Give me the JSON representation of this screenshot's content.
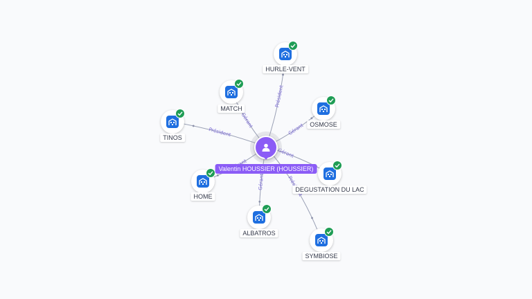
{
  "person": {
    "name": "Valentin HOUSSIER (HOUSSIER)",
    "icon": "person-icon",
    "color": "#8b5cf6"
  },
  "companies": [
    {
      "name": "HURLE-VENT",
      "relation": "Président",
      "icon": "building-icon",
      "verified": true
    },
    {
      "name": "MATCH",
      "relation": "Gérant",
      "icon": "building-icon",
      "verified": true
    },
    {
      "name": "OSMOSE",
      "relation": "Gérant",
      "icon": "building-icon",
      "verified": true
    },
    {
      "name": "TINOS",
      "relation": "Président",
      "icon": "building-icon",
      "verified": true
    },
    {
      "name": "DEGUSTATION DU LAC",
      "relation": "Gérant",
      "icon": "building-icon",
      "verified": true
    },
    {
      "name": "HOME",
      "relation": "Gérant",
      "icon": "building-icon",
      "verified": true
    },
    {
      "name": "ALBATROS",
      "relation": "Gérant",
      "icon": "building-icon",
      "verified": true
    },
    {
      "name": "SYMBIOSE",
      "relation": "Président",
      "icon": "building-icon",
      "verified": true
    }
  ],
  "colors": {
    "company_tile": "#1f6fe0",
    "verified_badge": "#1f9d55",
    "edge": "#9aa0b5",
    "edge_label": "#7c6bd6"
  }
}
